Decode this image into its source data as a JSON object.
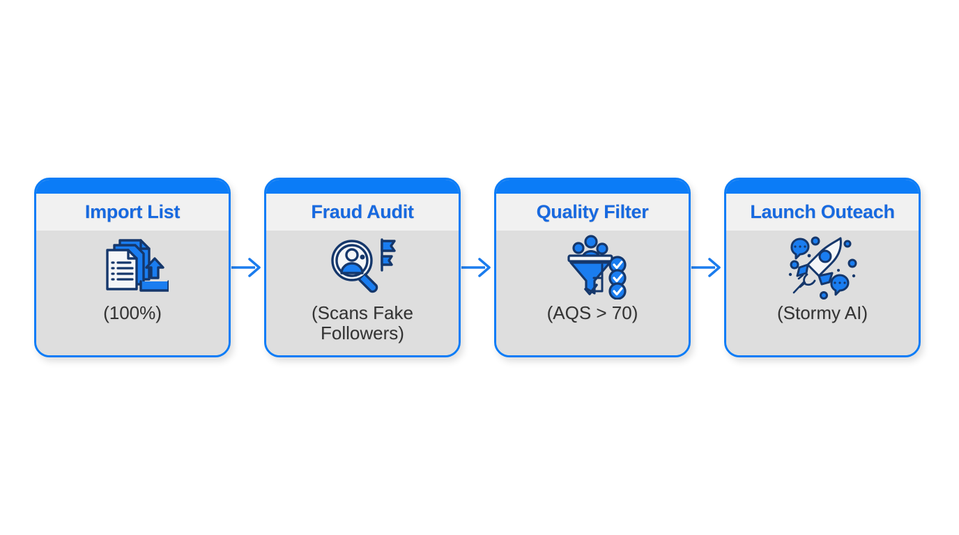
{
  "diagram": {
    "type": "horizontal-process-flow",
    "background_color": "#ffffff",
    "accent_color": "#0b7cf7",
    "title_color": "#1769e0",
    "subtitle_color": "#333333",
    "card_body_color": "#dedede",
    "card_title_band_color": "#f1f1f1",
    "steps": [
      {
        "id": "import-list",
        "title": "Import List",
        "subtitle": "(100%)",
        "icon": "documents-upload-icon"
      },
      {
        "id": "fraud-audit",
        "title": "Fraud Audit",
        "subtitle": "(Scans Fake Followers)",
        "icon": "magnifier-person-flags-icon"
      },
      {
        "id": "quality-filter",
        "title": "Quality Filter",
        "subtitle": "(AQS > 70)",
        "icon": "funnel-checklist-icon"
      },
      {
        "id": "launch-outeach",
        "title": "Launch Outeach",
        "subtitle": "(Stormy AI)",
        "icon": "rocket-chat-icon"
      }
    ],
    "connectors": [
      {
        "id": "connector-1",
        "icon": "arrow-right-icon"
      },
      {
        "id": "connector-2",
        "icon": "arrow-right-icon"
      },
      {
        "id": "connector-3",
        "icon": "arrow-right-icon"
      }
    ]
  }
}
